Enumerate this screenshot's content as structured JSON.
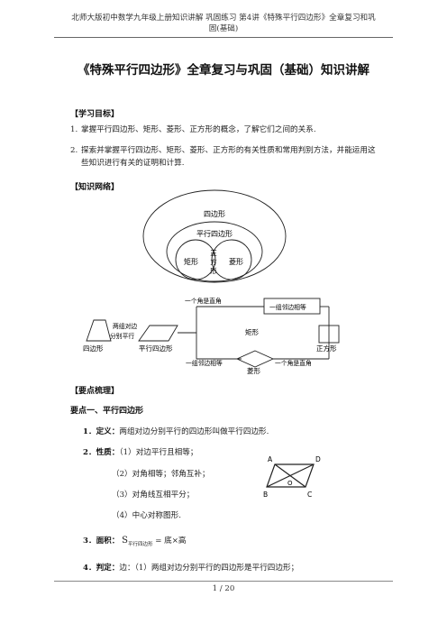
{
  "header": {
    "line1": "北师大版初中数学九年级上册知识讲解 巩固练习 第4讲《特殊平行四边形》全章复习和巩",
    "line2": "固(基础)"
  },
  "title": "《特殊平行四边形》全章复习与巩固（基础）知识讲解",
  "goals": {
    "heading": "【学习目标】",
    "items": [
      {
        "num": "1.",
        "text": "掌握平行四边形、矩形、菱形、正方形的概念，了解它们之间的关系."
      },
      {
        "num": "2.",
        "text": "探索并掌握平行四边形、矩形、菱形、正方形的有关性质和常用判别方法，并能运用这",
        "cont": "些知识进行有关的证明和计算."
      }
    ]
  },
  "network": {
    "heading": "【知识网络】",
    "venn": {
      "outer": "四边形",
      "middle": "平行四边形",
      "rect": "矩形",
      "rhombus": "菱形",
      "square": [
        "正",
        "方",
        "形"
      ]
    },
    "flow": {
      "quad": "四边形",
      "cond_parallel_1": "两组对边",
      "cond_parallel_2": "分别平行",
      "para": "平行四边形",
      "angle_right_top": "一个角是直角",
      "adj_equal_top": "一组邻边相等",
      "rect": "矩形",
      "adj_equal_bottom": "一组邻边相等",
      "rhombus": "菱形",
      "angle_right_bottom": "一个角是直角",
      "square": "正方形"
    }
  },
  "points": {
    "heading": "【要点梳理】",
    "sub": "要点一、平行四边形",
    "def_label": "1．定义：",
    "def_text": "两组对边分别平行的四边形叫做平行四边形.",
    "prop_label": "2．性质：",
    "props": [
      "（1）对边平行且相等；",
      "（2）对角相等；邻角互补；",
      "（3）对角线互相平分；",
      "（4）中心对称图形."
    ],
    "figure": {
      "A": "A",
      "D": "D",
      "B": "B",
      "C": "C",
      "O": "O"
    },
    "area_label": "3．面积：",
    "area_s": "S",
    "area_sub": "平行四边形",
    "area_eq": "= 底×高",
    "judge_label": "4．判定：",
    "judge_text": "边：（1）两组对边分别平行的四边形是平行四边形；"
  },
  "footer": "1 / 20"
}
